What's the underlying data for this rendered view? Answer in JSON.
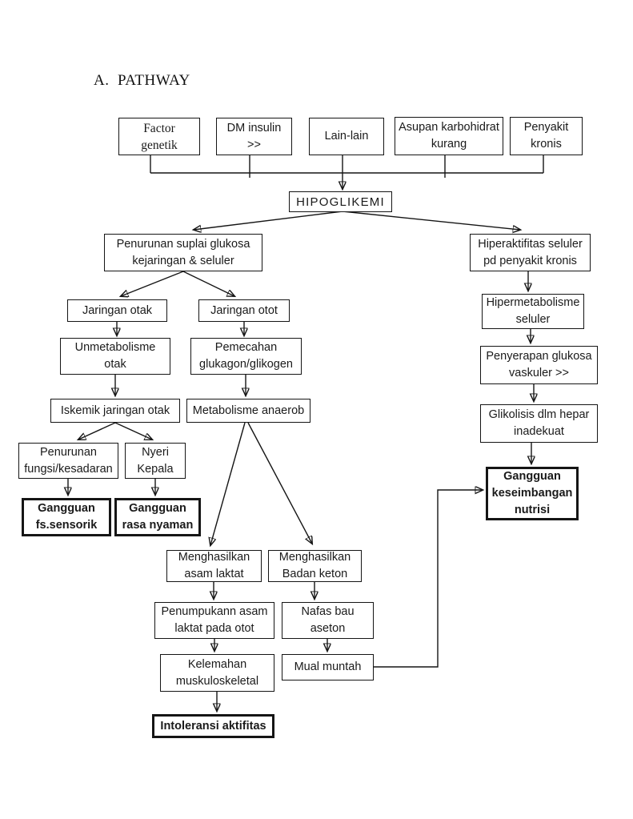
{
  "title": "A.  PATHWAY",
  "colors": {
    "line": "#151515",
    "border": "#151515",
    "background": "#ffffff",
    "text": "#1a1a1a"
  },
  "nodes": [
    {
      "id": "factor-genetik",
      "label": "Factor\ngenetik",
      "emphasis": "normal"
    },
    {
      "id": "dm-insulin",
      "label": "DM insulin\n>>",
      "emphasis": "normal"
    },
    {
      "id": "lain-lain",
      "label": "Lain-lain",
      "emphasis": "normal"
    },
    {
      "id": "asupan-karbohidrat",
      "label": "Asupan karbohidrat\nkurang",
      "emphasis": "normal"
    },
    {
      "id": "penyakit-kronis",
      "label": "Penyakit\nkronis",
      "emphasis": "normal"
    },
    {
      "id": "hipoglikemi",
      "label": "HIPOGLIKEMI",
      "emphasis": "normal"
    },
    {
      "id": "penurunan-suplai-glukosa",
      "label": "Penurunan suplai glukosa\nkejaringan & seluler",
      "emphasis": "normal"
    },
    {
      "id": "hiperaktifitas-seluler",
      "label": "Hiperaktifitas seluler\npd penyakit kronis",
      "emphasis": "normal"
    },
    {
      "id": "jaringan-otak",
      "label": "Jaringan otak",
      "emphasis": "normal"
    },
    {
      "id": "jaringan-otot",
      "label": "Jaringan otot",
      "emphasis": "normal"
    },
    {
      "id": "hipermetabolisme-seluler",
      "label": "Hipermetabolisme\nseluler",
      "emphasis": "normal"
    },
    {
      "id": "unmetabolisme-otak",
      "label": "Unmetabolisme\notak",
      "emphasis": "normal"
    },
    {
      "id": "pemecahan-glukagon",
      "label": "Pemecahan\nglukagon/glikogen",
      "emphasis": "normal"
    },
    {
      "id": "penyerapan-glukosa",
      "label": "Penyerapan glukosa\nvaskuler >>",
      "emphasis": "normal"
    },
    {
      "id": "iskemik-jaringan-otak",
      "label": "Iskemik jaringan otak",
      "emphasis": "normal"
    },
    {
      "id": "metabolisme-anaerob",
      "label": "Metabolisme anaerob",
      "emphasis": "normal"
    },
    {
      "id": "glikolisis-hepar",
      "label": "Glikolisis dlm hepar\ninadekuat",
      "emphasis": "normal"
    },
    {
      "id": "penurunan-fungsi",
      "label": "Penurunan\nfungsi/kesadaran",
      "emphasis": "normal"
    },
    {
      "id": "nyeri-kepala",
      "label": "Nyeri\nKepala",
      "emphasis": "normal"
    },
    {
      "id": "gangguan-fs-sensorik",
      "label": "Gangguan\nfs.sensorik",
      "emphasis": "bold"
    },
    {
      "id": "gangguan-rasa-nyaman",
      "label": "Gangguan\nrasa nyaman",
      "emphasis": "bold"
    },
    {
      "id": "gangguan-keseimbangan-nutrisi",
      "label": "Gangguan\nkeseimbangan\nnutrisi",
      "emphasis": "bold"
    },
    {
      "id": "menghasilkan-asam-laktat",
      "label": "Menghasilkan\nasam laktat",
      "emphasis": "normal"
    },
    {
      "id": "menghasilkan-badan-keton",
      "label": "Menghasilkan\nBadan keton",
      "emphasis": "normal"
    },
    {
      "id": "penumpukann-asam-laktat",
      "label": "Penumpukann asam\nlaktat pada otot",
      "emphasis": "normal"
    },
    {
      "id": "nafas-bau-aseton",
      "label": "Nafas bau\naseton",
      "emphasis": "normal"
    },
    {
      "id": "kelemahan-muskuloskeletal",
      "label": "Kelemahan\nmuskuloskeletal",
      "emphasis": "normal"
    },
    {
      "id": "mual-muntah",
      "label": "Mual muntah",
      "emphasis": "normal"
    },
    {
      "id": "intoleransi-aktifitas",
      "label": "Intoleransi aktifitas",
      "emphasis": "bold"
    }
  ],
  "edges": [
    {
      "from": "factor-genetik",
      "to": "hipoglikemi"
    },
    {
      "from": "dm-insulin",
      "to": "hipoglikemi"
    },
    {
      "from": "lain-lain",
      "to": "hipoglikemi"
    },
    {
      "from": "asupan-karbohidrat",
      "to": "hipoglikemi"
    },
    {
      "from": "penyakit-kronis",
      "to": "hipoglikemi"
    },
    {
      "from": "hipoglikemi",
      "to": "penurunan-suplai-glukosa"
    },
    {
      "from": "hipoglikemi",
      "to": "hiperaktifitas-seluler"
    },
    {
      "from": "penurunan-suplai-glukosa",
      "to": "jaringan-otak"
    },
    {
      "from": "penurunan-suplai-glukosa",
      "to": "jaringan-otot"
    },
    {
      "from": "jaringan-otak",
      "to": "unmetabolisme-otak"
    },
    {
      "from": "unmetabolisme-otak",
      "to": "iskemik-jaringan-otak"
    },
    {
      "from": "iskemik-jaringan-otak",
      "to": "penurunan-fungsi"
    },
    {
      "from": "iskemik-jaringan-otak",
      "to": "nyeri-kepala"
    },
    {
      "from": "penurunan-fungsi",
      "to": "gangguan-fs-sensorik"
    },
    {
      "from": "nyeri-kepala",
      "to": "gangguan-rasa-nyaman"
    },
    {
      "from": "jaringan-otot",
      "to": "pemecahan-glukagon"
    },
    {
      "from": "pemecahan-glukagon",
      "to": "metabolisme-anaerob"
    },
    {
      "from": "metabolisme-anaerob",
      "to": "menghasilkan-asam-laktat"
    },
    {
      "from": "metabolisme-anaerob",
      "to": "menghasilkan-badan-keton"
    },
    {
      "from": "menghasilkan-asam-laktat",
      "to": "penumpukann-asam-laktat"
    },
    {
      "from": "penumpukann-asam-laktat",
      "to": "kelemahan-muskuloskeletal"
    },
    {
      "from": "kelemahan-muskuloskeletal",
      "to": "intoleransi-aktifitas"
    },
    {
      "from": "menghasilkan-badan-keton",
      "to": "nafas-bau-aseton"
    },
    {
      "from": "nafas-bau-aseton",
      "to": "mual-muntah"
    },
    {
      "from": "mual-muntah",
      "to": "gangguan-keseimbangan-nutrisi"
    },
    {
      "from": "hiperaktifitas-seluler",
      "to": "hipermetabolisme-seluler"
    },
    {
      "from": "hipermetabolisme-seluler",
      "to": "penyerapan-glukosa"
    },
    {
      "from": "penyerapan-glukosa",
      "to": "glikolisis-hepar"
    },
    {
      "from": "glikolisis-hepar",
      "to": "gangguan-keseimbangan-nutrisi"
    }
  ]
}
